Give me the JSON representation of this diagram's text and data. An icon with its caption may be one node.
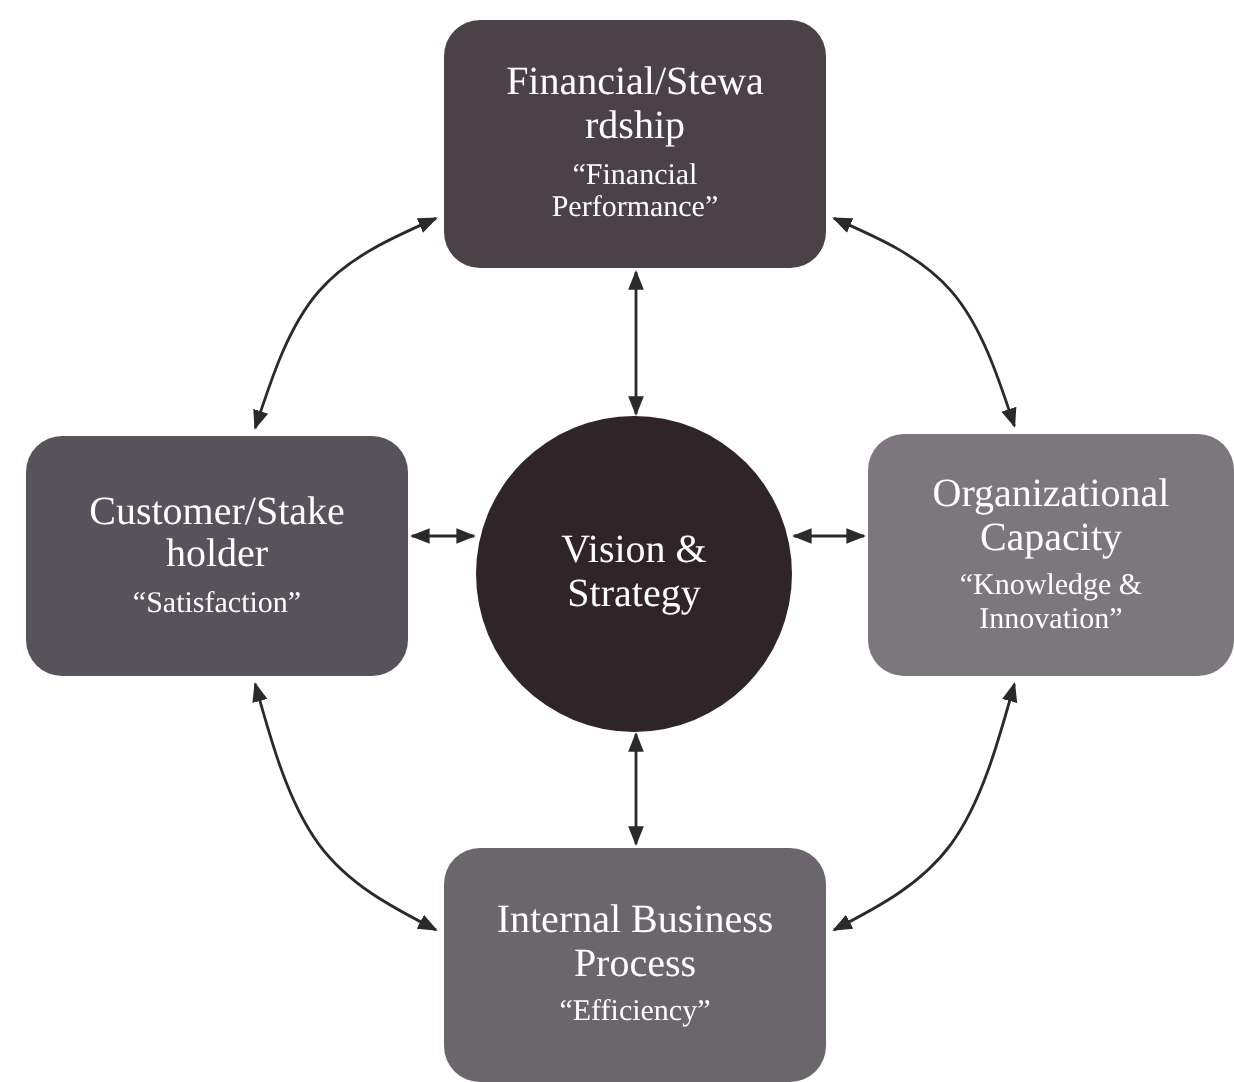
{
  "diagram": {
    "nodes": [
      {
        "text": [
          "Financial/Stewa rdship",
          "“Financial Performance”"
        ]
      },
      {
        "text": [
          "Customer/Stake holder",
          "“Satisfaction”"
        ]
      },
      {
        "text": [
          "Vision & Strategy"
        ]
      },
      {
        "text": [
          "Organizational Capacity",
          "“Knowledge & Innovation”"
        ]
      },
      {
        "text": [
          "Internal Business Process",
          "“Efficiency”"
        ]
      }
    ],
    "edges": [
      {
        "from": 2,
        "to": 0,
        "arrow": "both"
      },
      {
        "from": 2,
        "to": 1,
        "arrow": "both"
      },
      {
        "from": 2,
        "to": 3,
        "arrow": "both"
      },
      {
        "from": 2,
        "to": 4,
        "arrow": "both"
      },
      {
        "from": 0,
        "to": 1,
        "arrow": "both"
      },
      {
        "from": 0,
        "to": 3,
        "arrow": "both"
      },
      {
        "from": 1,
        "to": 4,
        "arrow": "both"
      },
      {
        "from": 3,
        "to": 4,
        "arrow": "both"
      }
    ]
  }
}
